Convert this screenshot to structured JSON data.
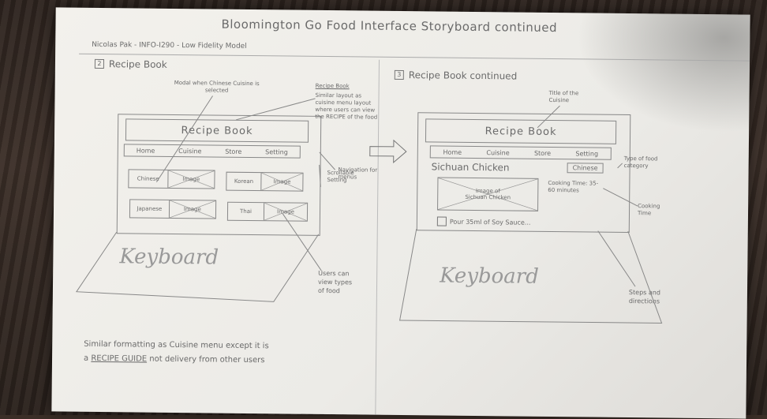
{
  "storyboard": {
    "title": "Bloomington Go Food Interface Storyboard continued",
    "author": "Nicolas Pak - INFO-I290 - Low Fidelity Model"
  },
  "left": {
    "section_title": "Recipe Book",
    "app_title": "Recipe Book",
    "nav": [
      "Home",
      "Cuisine",
      "Store",
      "Setting"
    ],
    "tiles": [
      {
        "label": "Chinese",
        "image": "Image"
      },
      {
        "label": "Korean",
        "image": "Image"
      },
      {
        "label": "Japanese",
        "image": "Image"
      },
      {
        "label": "Thai",
        "image": "Image"
      }
    ],
    "keyboard": "Keyboard",
    "notes": {
      "modal": "Modal when Chinese Cuisine is selected",
      "recipe_book_head": "Recipe Book",
      "recipe_book_body": "Similar layout as cuisine menu layout where users can view the RECIPE of the food",
      "navigation": "Navigation for menus",
      "scroll": "Scrollable Setting",
      "users": "Users can view types of food"
    }
  },
  "right": {
    "section_title": "Recipe Book continued",
    "app_title": "Recipe Book",
    "nav": [
      "Home",
      "Cuisine",
      "Store",
      "Setting"
    ],
    "dish": "Sichuan Chicken",
    "category": "Chinese",
    "image_caption": "Image of Sichuan Chicken",
    "cooking_time": "Cooking Time: 35-60 minutes",
    "step": "Pour 35ml of Soy Sauce...",
    "keyboard": "Keyboard",
    "notes": {
      "title": "Title of the Cuisine",
      "type": "Type of food category",
      "cooking_time": "Cooking Time",
      "steps": "Steps and directions"
    }
  },
  "footer": {
    "line1": "Similar formatting as Cuisine menu except it is",
    "line2_prefix": "a",
    "line2_emph": "RECIPE GUIDE",
    "line2_suffix": "not delivery from other users"
  }
}
